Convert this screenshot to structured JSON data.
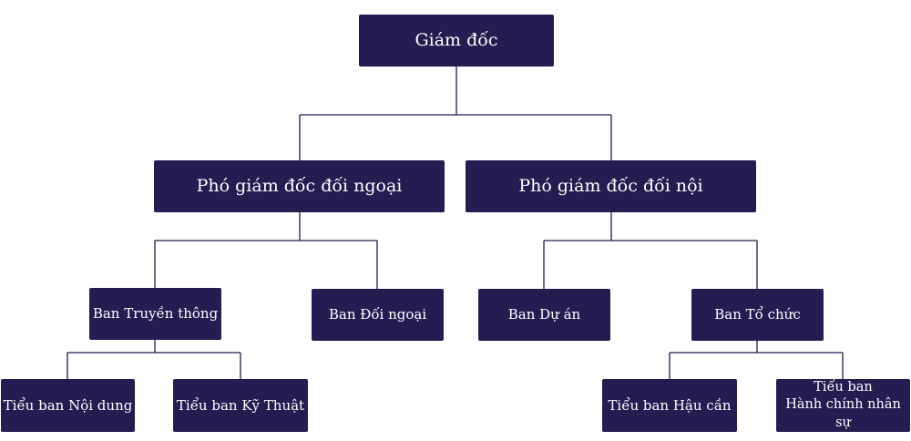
{
  "org_chart": {
    "director": "Giám đốc",
    "deputy_external": "Phó giám đốc đối ngoại",
    "deputy_internal": "Phó giám đốc đối nội",
    "media_board": "Ban Truyền thông",
    "foreign_affairs_board": "Ban Đối ngoại",
    "project_board": "Ban Dự án",
    "organization_board": "Ban Tổ chức",
    "content_sub": "Tiểu ban Nội dung",
    "tech_sub": "Tiểu ban Kỹ Thuật",
    "logistics_sub": "Tiểu ban Hậu cần",
    "hr_sub_line1": "Tiểu ban",
    "hr_sub_line2": "Hành chính nhân sự"
  },
  "colors": {
    "box_fill": "#231d52",
    "box_text": "#ffffff",
    "connector": "#1f1a4d",
    "background": "#ffffff"
  }
}
